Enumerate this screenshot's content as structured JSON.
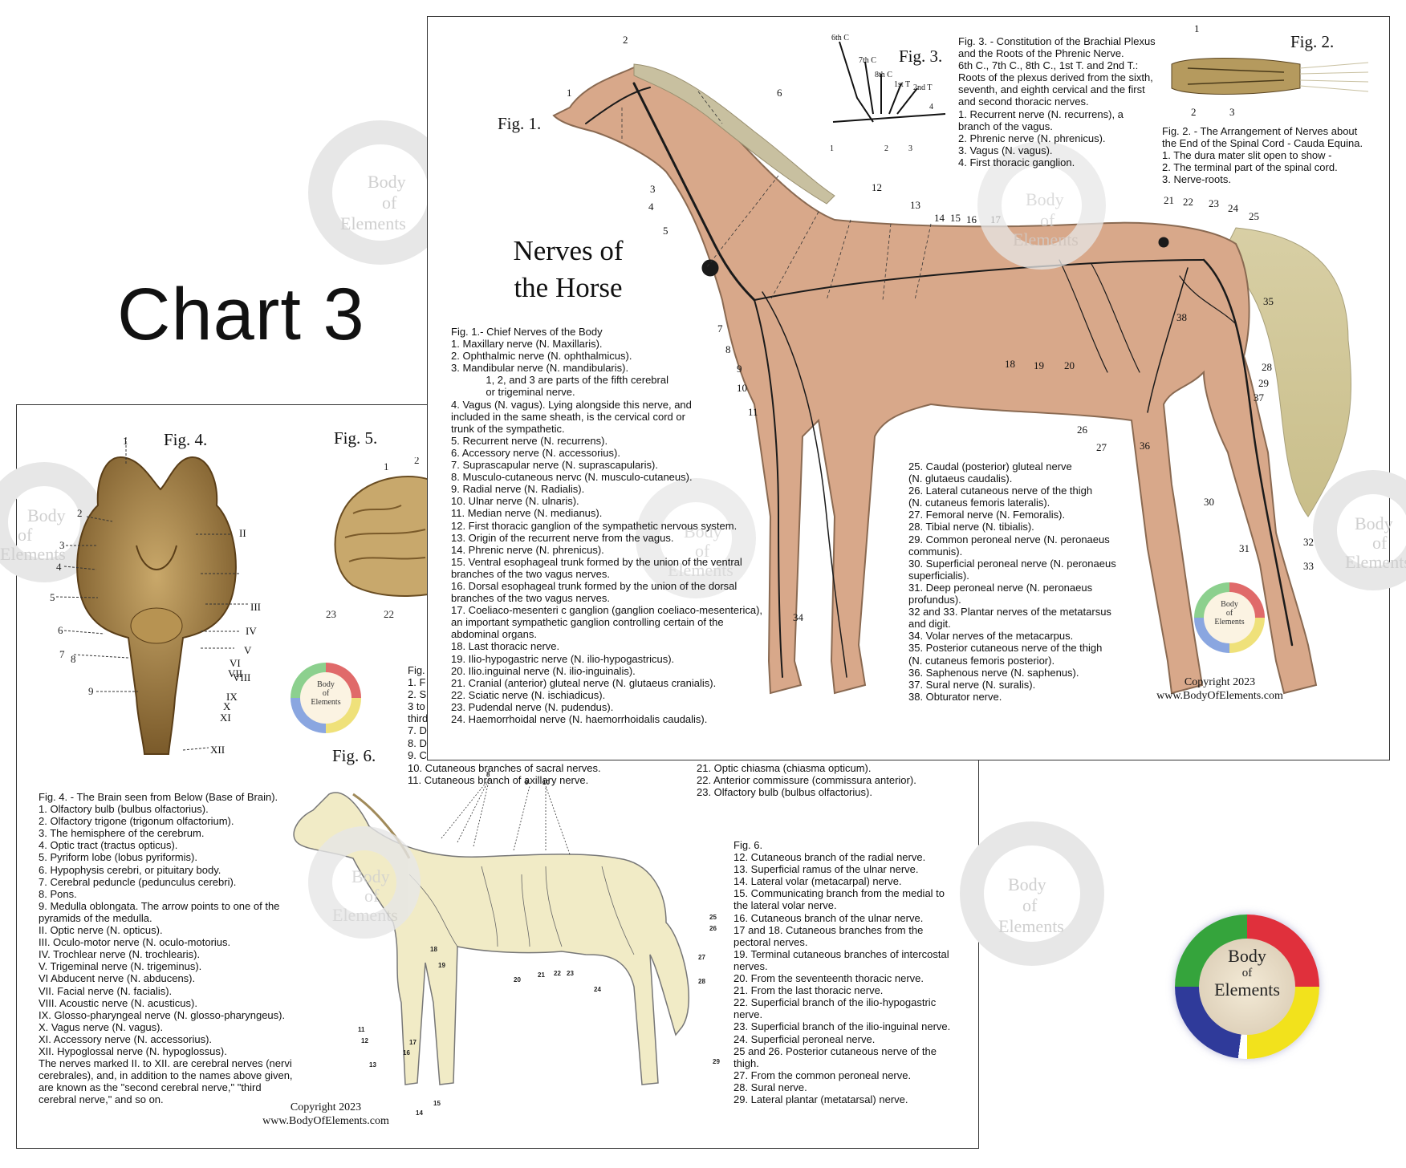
{
  "chart_label": "Chart 3",
  "watermark": {
    "line1": "Body",
    "line2": "of",
    "line3": "Elements"
  },
  "logo": {
    "line1": "Body",
    "line2": "of",
    "line3": "Elements",
    "colors": [
      "#e0303c",
      "#f2e21c",
      "#2f3a9a",
      "#35a43c"
    ]
  },
  "copyright": {
    "year": "Copyright 2023",
    "site": "www.BodyOfElements.com"
  },
  "front": {
    "title_line1": "Nerves of",
    "title_line2": "the Horse",
    "fig1_label": "Fig. 1.",
    "fig2_label": "Fig. 2.",
    "fig3_label": "Fig. 3.",
    "fig3_roots": [
      "6th C",
      "7th C",
      "8th C",
      "1st T",
      "2nd T"
    ],
    "fig3_legend": [
      "Fig. 3. - Constitution of the Brachial Plexus",
      "and the Roots of the Phrenic Nerve.",
      "6th C., 7th C., 8th C., 1st T. and 2nd T.:",
      "Roots of the plexus derived from the sixth,",
      "seventh, and eighth cervical and the first",
      "and second thoracic nerves.",
      "1. Recurrent nerve (N. recurrens), a",
      "branch of the vagus.",
      "2. Phrenic nerve (N. phrenicus).",
      "3. Vagus (N. vagus).",
      "4. First thoracic ganglion."
    ],
    "fig2_legend": [
      "Fig. 2. - The Arrangement of Nerves about",
      "the End of the Spinal Cord - Cauda Equina.",
      "1. The dura mater slit open to show -",
      "2. The terminal part of the spinal cord.",
      "3. Nerve-roots."
    ],
    "fig1_legend": [
      "Fig. 1.- Chief Nerves of the Body",
      "1. Maxillary nerve (N. Maxillaris).",
      "2. Ophthalmic nerve (N. ophthalmicus).",
      "3. Mandibular nerve (N. mandibularis).",
      "            1, 2, and 3 are parts of the fifth cerebral",
      "            or trigeminal nerve.",
      "4. Vagus (N. vagus). Lying alongside this nerve, and",
      "included in the same sheath, is the cervical cord or",
      "trunk of the sympathetic.",
      "5. Recurrent nerve (N. recurrens).",
      "6. Accessory nerve (N. accessorius).",
      "7. Suprascapular nerve (N. suprascapularis).",
      "8. Musculo-cutaneous nervc (N. musculo-cutaneus).",
      "9. Radial nerve (N. Radialis).",
      "10. Ulnar nerve (N. ulnaris).",
      "11. Median nerve (N. medianus).",
      "12. First thoracic ganglion of the sympathetic nervous system.",
      "13. Origin of the recurrent nerve from the vagus.",
      "14. Phrenic nerve (N. phrenicus).",
      "15. Ventral esophageal trunk formed by the union of the ventral",
      "branches of the two vagus nerves.",
      "16. Dorsal esophageal trunk formed by the union of the dorsal",
      "branches of the two vagus nerves.",
      "17. Coeliaco-mesenteri c ganglion (ganglion coeliaco-mesenterica),",
      "an important sympathetic ganglion controlling certain of the",
      "abdominal organs.",
      "18. Last thoracic nerve.",
      "19. Ilio-hypogastric nerve (N. ilio-hypogastricus).",
      "20. Ilio.inguinal nerve (N. ilio-inguinalis).",
      "21. Cranial (anterior) gluteal nerve (N. glutaeus cranialis).",
      "22. Sciatic nerve (N. ischiadicus).",
      "23. Pudendal nerve (N. pudendus).",
      "24. Haemorrhoidal nerve (N. haemorrhoidalis caudalis)."
    ],
    "fig1_legend_b": [
      "25. Caudal (posterior) gluteal nerve",
      "(N. glutaeus caudalis).",
      "26. Lateral cutaneous nerve of the thigh",
      "(N. cutaneus femoris lateralis).",
      "27. Femoral nerve (N. Femoralis).",
      "28. Tibial nerve (N. tibialis).",
      "29. Common peroneal nerve (N. peronaeus",
      "communis).",
      "30. Superficial peroneal nerve (N. peronaeus",
      "superficialis).",
      "31. Deep peroneal nerve (N. peronaeus",
      "profundus).",
      "32 and 33. Plantar nerves of the metatarsus",
      "and digit.",
      "34. Volar nerves of the metacarpus.",
      "35. Posterior cutaneous nerve of the thigh",
      "(N. cutaneus femoris posterior).",
      "36. Saphenous nerve (N. saphenus).",
      "37. Sural nerve (N. suralis).",
      "38. Obturator nerve."
    ],
    "numbers": [
      "1",
      "2",
      "3",
      "4",
      "5",
      "6",
      "7",
      "8",
      "9",
      "10",
      "11",
      "12",
      "13",
      "14",
      "15",
      "16",
      "17",
      "18",
      "19",
      "20",
      "21",
      "22",
      "23",
      "24",
      "25",
      "26",
      "27",
      "28",
      "29",
      "30",
      "31",
      "32",
      "33",
      "34",
      "35",
      "36",
      "37",
      "38"
    ]
  },
  "back": {
    "fig4_label": "Fig. 4.",
    "fig5_label": "Fig. 5.",
    "fig6_label": "Fig. 6.",
    "fig4_numerals": [
      "II",
      "III",
      "IV",
      "V",
      "VI",
      "VII",
      "VIII",
      "IX",
      "X",
      "XI",
      "XII"
    ],
    "fig4_legend": [
      "Fig. 4. - The Brain seen from Below (Base of Brain).",
      "1. Olfactory bulb (bulbus olfactorius).",
      "2. Olfactory trigone (trigonum olfactorium).",
      "3. The hemisphere of the cerebrum.",
      "4. Optic tract (tractus opticus).",
      "5. Pyriform lobe (lobus pyriformis).",
      "6. Hypophysis cerebri, or pituitary body.",
      "7. Cerebral peduncle (pedunculus cerebri).",
      "8. Pons.",
      "9. Medulla oblongata. The arrow points to one of the",
      "pyramids of the medulla.",
      "II. Optic nerve (N. opticus).",
      "III. Oculo-motor nerve (N. oculo-motorius.",
      "IV. Trochlear nerve (N. trochlearis).",
      "V. Trigeminal nerve (N. trigeminus).",
      "VI Abducent nerve (N. abducens).",
      "VII. Facial nerve (N. facialis).",
      "VIII. Acoustic nerve (N. acusticus).",
      "IX. Glosso-pharyngeal nerve (N. glosso-pharyngeus).",
      "X. Vagus nerve (N. vagus).",
      "XI. Accessory nerve (N. accessorius).",
      "XII. Hypoglossal nerve (N. hypoglossus).",
      "The nerves marked II. to XII. are cerebral nerves (nervi",
      "cerebrales), and, in addition to the names above given,",
      "are known as the \"second cerebral nerve,\" \"third",
      "cerebral nerve,\" and so on."
    ],
    "fig5_legend_partial": [
      "Fig.",
      "1. F",
      "2. S",
      "3 to",
      "third",
      "7. D",
      "8. D",
      "9. C"
    ],
    "fig5_legend_tail": [
      "10. Cutaneous branches of sacral nerves.",
      "11. Cutaneous branch of axillary nerve."
    ],
    "fig5_legend_right": [
      "21. Optic chiasma (chiasma opticum).",
      "22. Anterior commissure (commissura anterior).",
      "23. Olfactory bulb (bulbus olfactorius)."
    ],
    "fig6_legend": [
      "Fig. 6.",
      "12. Cutaneous branch of the radial nerve.",
      "13. Superficial ramus of the ulnar nerve.",
      "14. Lateral volar (metacarpal) nerve.",
      "15. Communicating branch from the medial to",
      "the lateral volar nerve.",
      "16. Cutaneous branch of the ulnar nerve.",
      "17 and 18. Cutaneous branches from the",
      "pectoral nerves.",
      "19. Terminal cutaneous branches of intercostal",
      "nerves.",
      "20. From the seventeenth thoracic nerve.",
      "21. From the last thoracic nerve.",
      "22. Superficial branch of the ilio-hypogastric",
      "nerve.",
      "23. Superficial branch of the ilio-inguinal nerve.",
      "24. Superficial peroneal nerve.",
      "25 and 26. Posterior cutaneous nerve of the",
      "thigh.",
      "27. From the common peroneal nerve.",
      "28. Sural nerve.",
      "29. Lateral plantar (metatarsal) nerve."
    ]
  }
}
